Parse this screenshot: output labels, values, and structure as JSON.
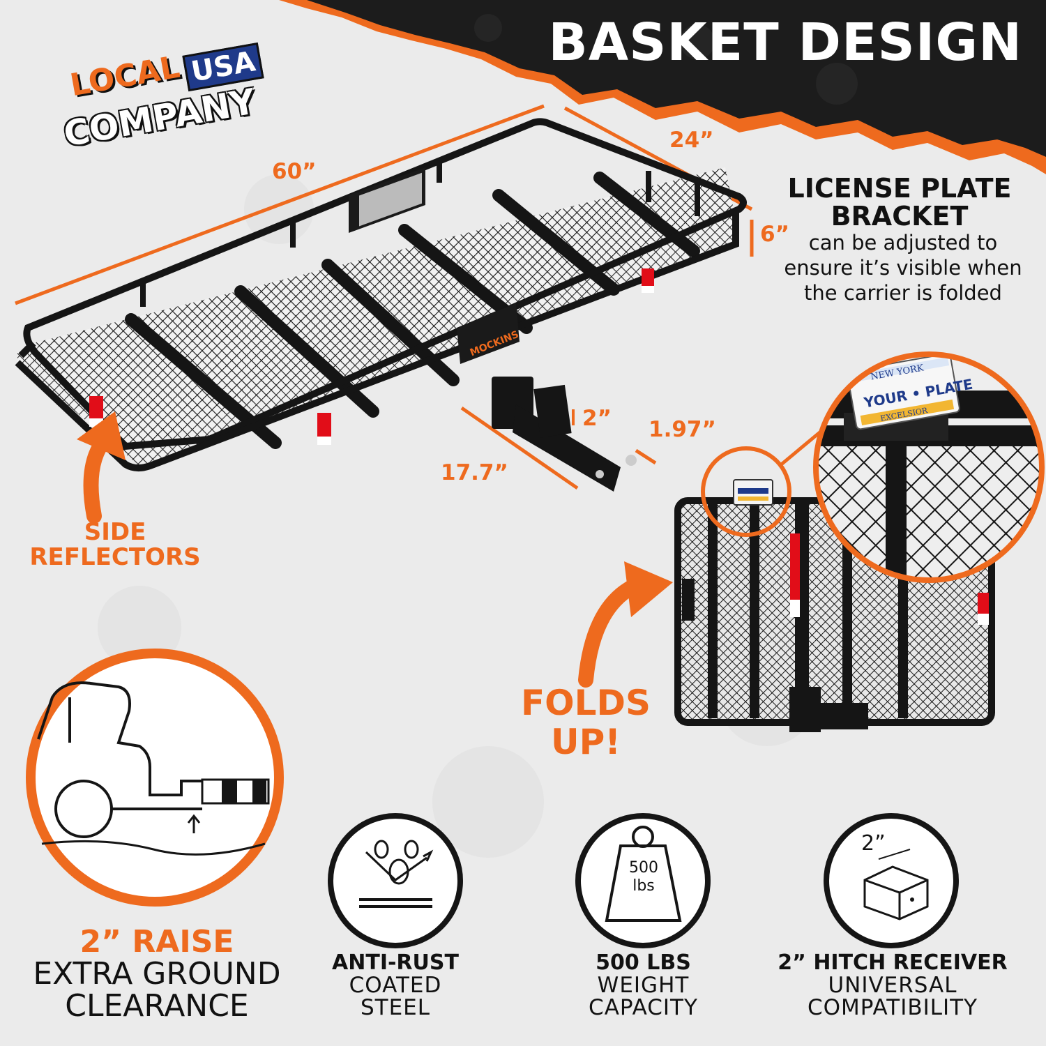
{
  "heading": "BASKET DESIGN",
  "logo": {
    "line1": "LOCAL",
    "badge": "USA",
    "line2": "COMPANY"
  },
  "dimensions": {
    "length": "60”",
    "width": "24”",
    "height": "6”",
    "raise": "2”",
    "shank_width": "1.97”",
    "shank_length": "17.7”"
  },
  "brand_mark": "MOCKINS",
  "license_plate": {
    "title_line1": "LICENSE PLATE",
    "title_line2": "BRACKET",
    "body_line1": "can be adjusted to",
    "body_line2": "ensure it’s visible when",
    "body_line3": "the carrier is folded",
    "plate_state": "NEW YORK",
    "plate_text": "YOUR • PLATE",
    "plate_motto": "EXCELSIOR"
  },
  "side_reflectors": {
    "line1": "SIDE",
    "line2": "REFLECTORS"
  },
  "folds_up": {
    "line1": "FOLDS",
    "line2": "UP!"
  },
  "features": {
    "raise": {
      "title": "2” RAISE",
      "line1": "EXTRA GROUND",
      "line2": "CLEARANCE"
    },
    "rust": {
      "title": "ANTI-RUST",
      "line1": "COATED",
      "line2": "STEEL"
    },
    "weight": {
      "title": "500 LBS",
      "line1": "WEIGHT",
      "line2": "CAPACITY",
      "icon_value": "500",
      "icon_unit": "lbs"
    },
    "hitch": {
      "title": "2” HITCH RECEIVER",
      "line1": "UNIVERSAL",
      "line2": "COMPATIBILITY",
      "icon_label": "2”"
    }
  },
  "colors": {
    "accent": "#ee6a1e",
    "dark": "#1b1b1b",
    "background": "#ececec"
  }
}
